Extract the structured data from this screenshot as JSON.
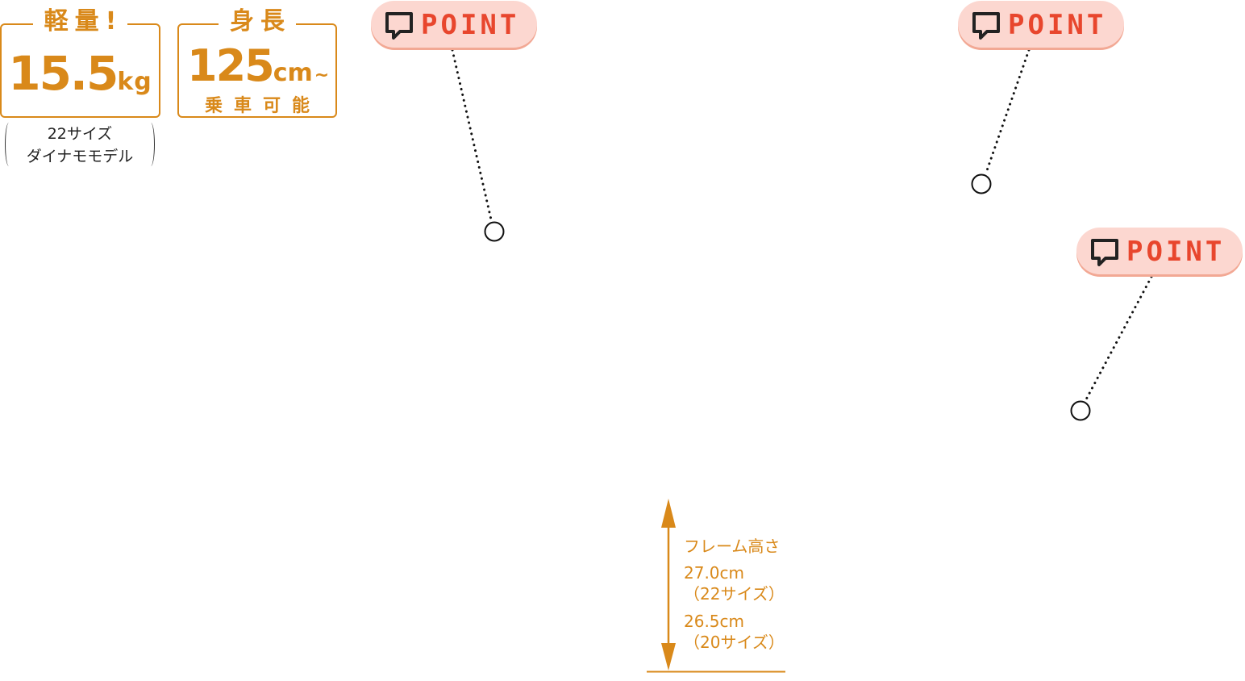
{
  "weight_badge": {
    "title": "軽量!",
    "value": "15.5",
    "unit": "kg",
    "note_line1": "22サイズ",
    "note_line2": "ダイナモモデル"
  },
  "height_badge": {
    "title": "身長",
    "value": "125",
    "unit": "cm",
    "tilde": "~",
    "sub": "乗車可能"
  },
  "points": [
    {
      "label": "POINT"
    },
    {
      "label": "POINT"
    },
    {
      "label": "POINT"
    }
  ],
  "frame_height": {
    "label": "フレーム高さ",
    "value_22": "27.0cm",
    "size_22": "（22サイズ）",
    "value_20": "26.5cm",
    "size_20": "（20サイズ）"
  },
  "colors": {
    "accent_orange": "#d9891a",
    "point_bg": "#fcd7d0",
    "point_text": "#e8462d"
  }
}
